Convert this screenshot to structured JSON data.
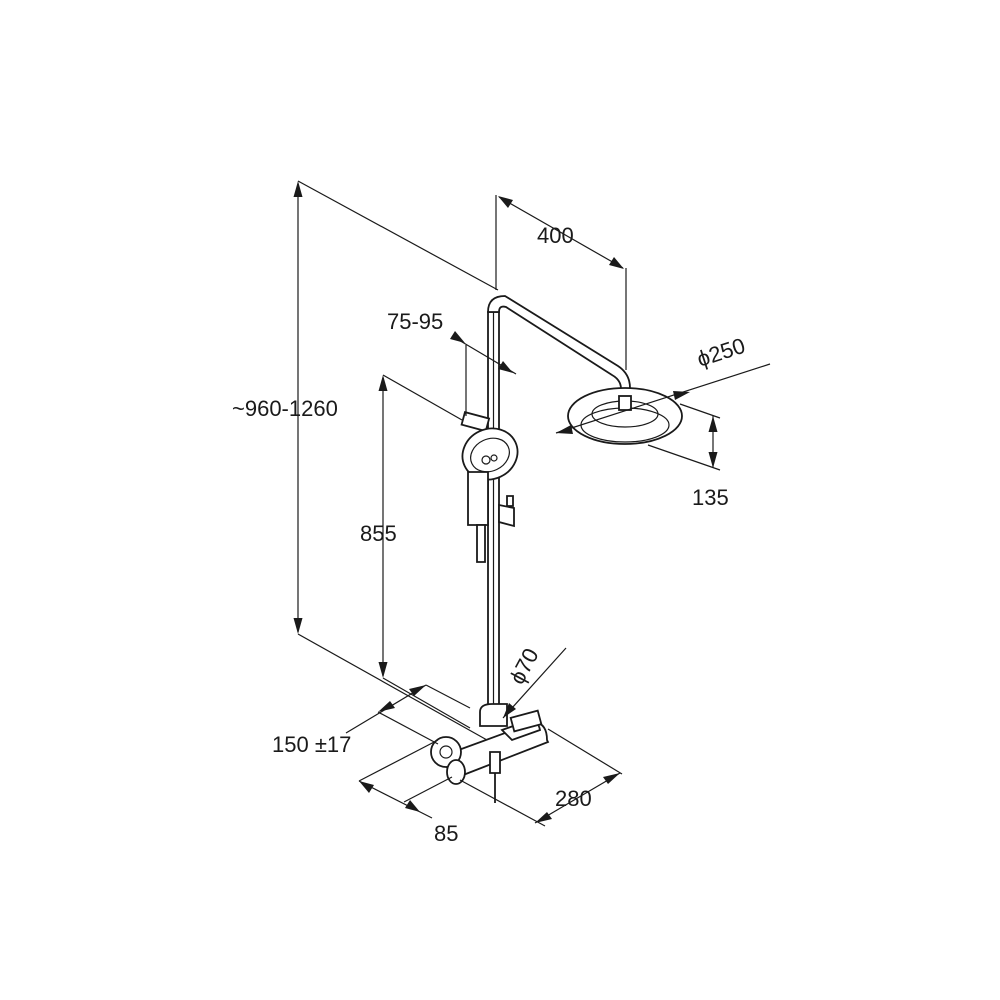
{
  "dimensions": {
    "overall_height": "~960-1260",
    "arm_length": "400",
    "slider_offset": "75-95",
    "head_diameter": "250",
    "hand_shower_height": "855",
    "head_depth": "135",
    "mixer_diameter": "70",
    "inlet_spacing": "150 ±17",
    "mixer_width": "280",
    "mixer_projection": "85"
  },
  "symbols": {
    "diameter": "ϕ"
  }
}
